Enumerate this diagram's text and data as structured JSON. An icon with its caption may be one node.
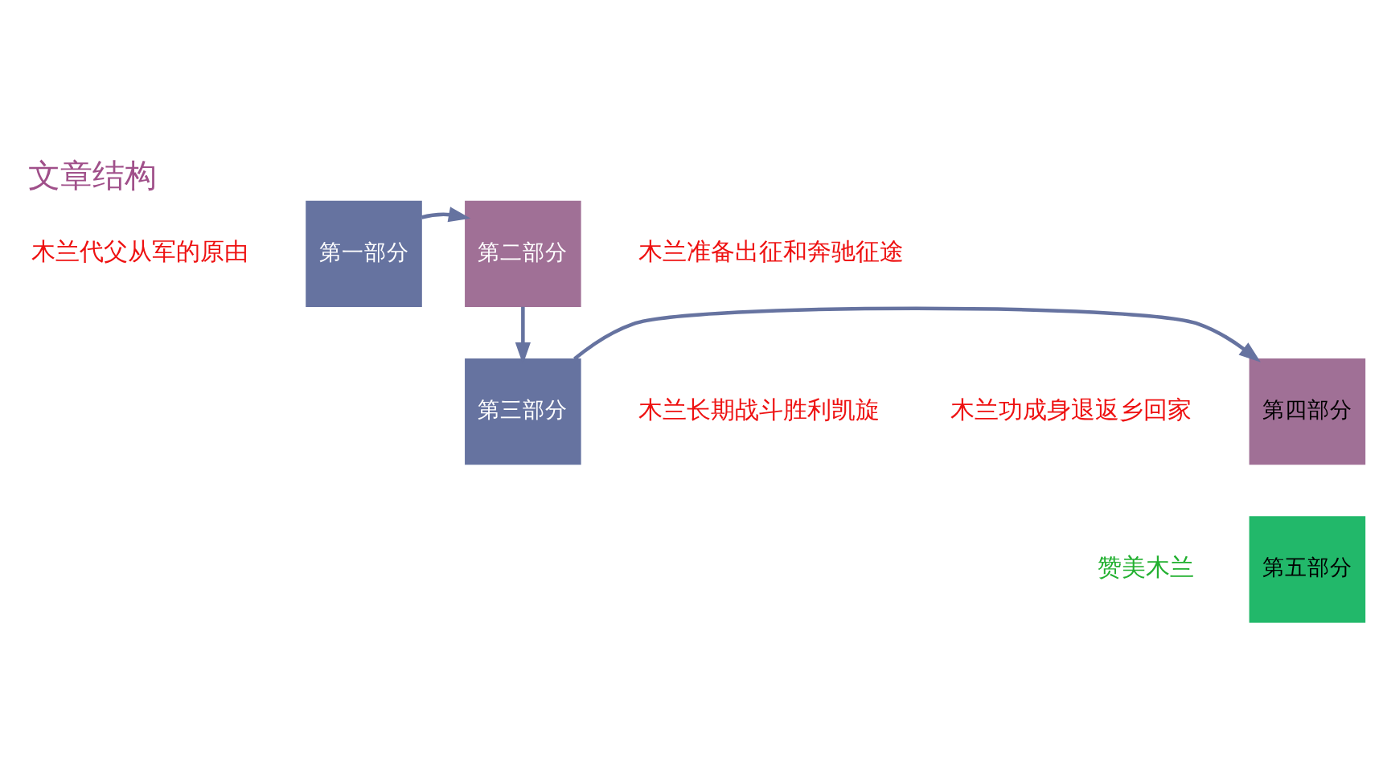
{
  "diagram": {
    "title": "文章结构",
    "nodes": [
      {
        "text": [
          "第一部分"
        ],
        "beside": [
          "木兰代父从军的原由"
        ]
      },
      {
        "text": [
          "第二部分"
        ],
        "beside": [
          "木兰准备出征和奔驰征途"
        ]
      },
      {
        "text": [
          "第三部分"
        ],
        "beside": [
          "木兰长期战斗胜利凯旋"
        ]
      },
      {
        "text": [
          "第四部分"
        ],
        "beside": [
          "木兰功成身退返乡回家"
        ]
      },
      {
        "text": [
          "第五部分"
        ],
        "beside": [
          "赞美木兰"
        ]
      }
    ],
    "edges": [
      {
        "from": 0,
        "to": 1,
        "arrow": "to"
      },
      {
        "from": 1,
        "to": 2,
        "arrow": "to"
      },
      {
        "from": 2,
        "to": 3,
        "arrow": "to"
      }
    ]
  }
}
